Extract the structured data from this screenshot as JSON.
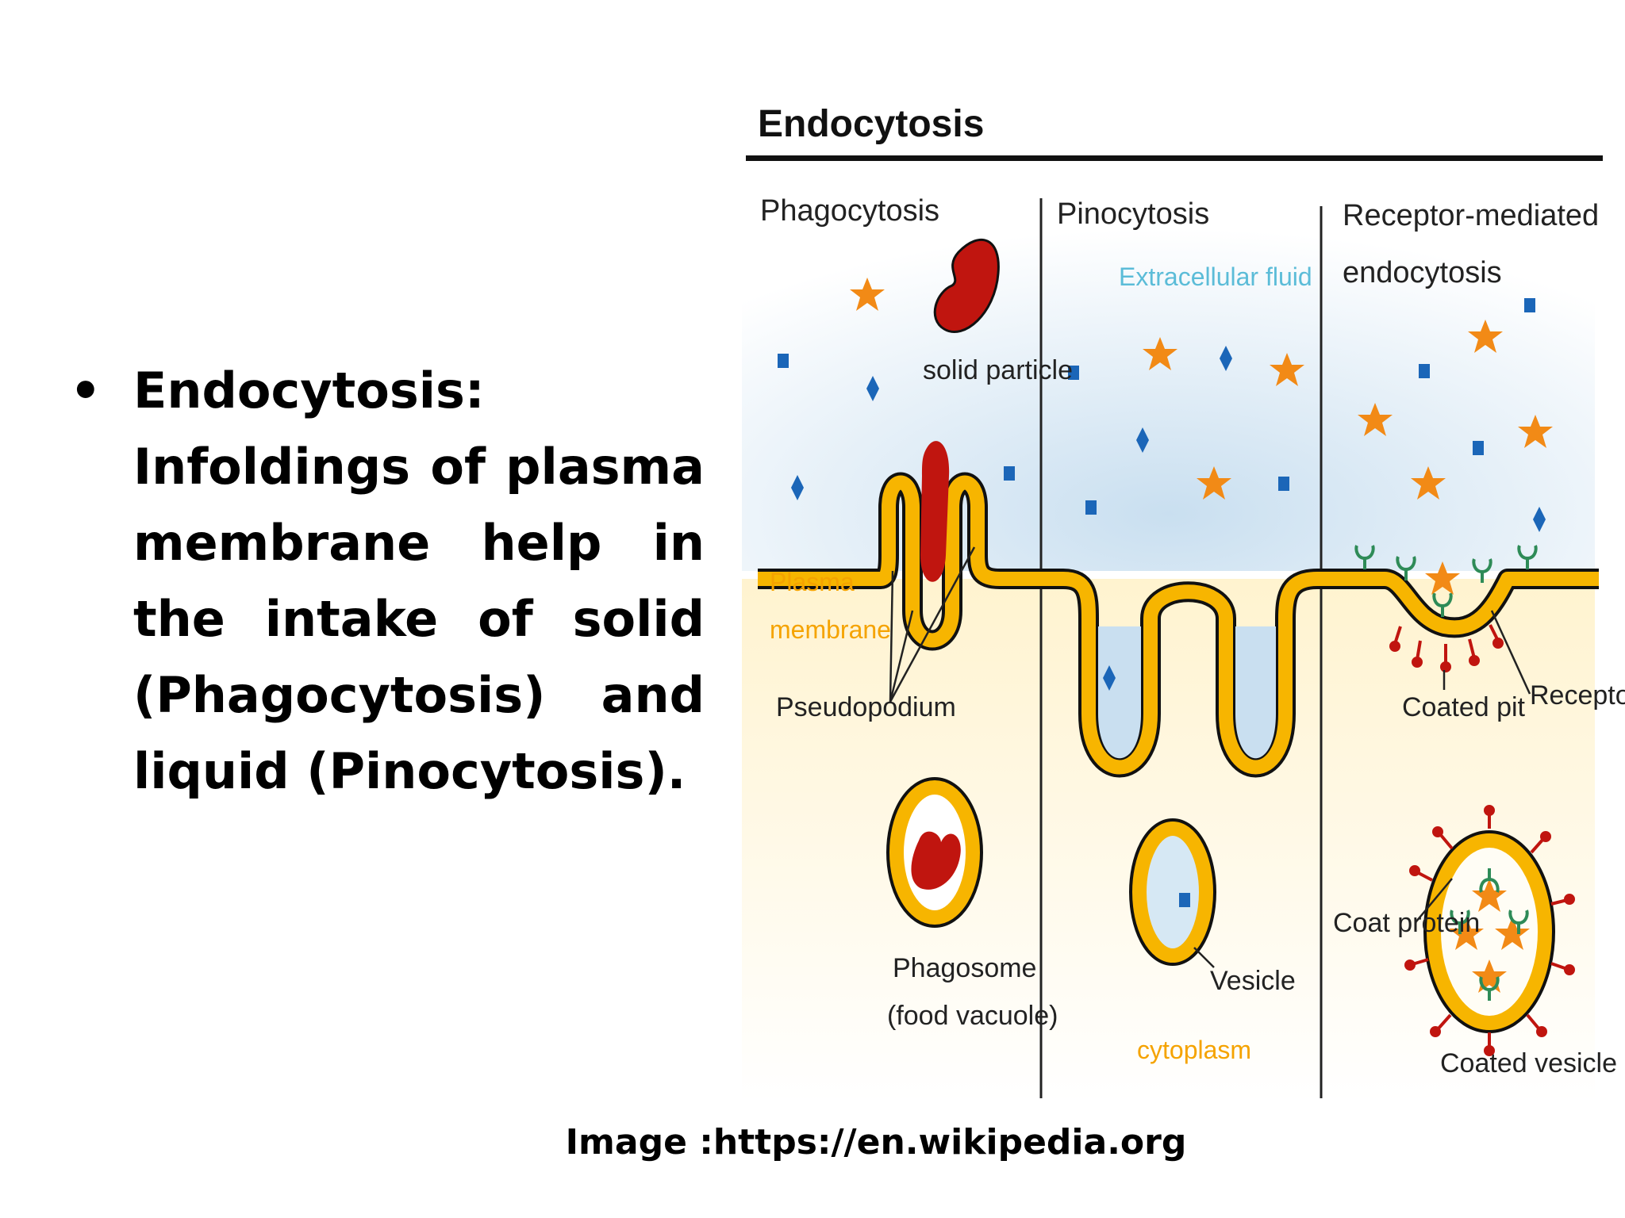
{
  "slide": {
    "bullet_symbol": "•",
    "bullet_title": "Endocytosis:",
    "bullet_body": "Infoldings of plasma membrane help in the intake of solid (Phagocytosis) and liquid (Pinocytosis).",
    "caption": "Image :https://en.wikipedia.org"
  },
  "diagram": {
    "title": "Endocytosis",
    "panels": {
      "phagocytosis": "Phagocytosis",
      "pinocytosis": "Pinocytosis",
      "receptor_line1": "Receptor-mediated",
      "receptor_line2": "endocytosis"
    },
    "labels": {
      "solid_particle": "solid particle",
      "extracellular_fluid": "Extracellular fluid",
      "plasma_line1": "Plasma",
      "plasma_line2": "membrane",
      "pseudopodium": "Pseudopodium",
      "coated_pit": "Coated pit",
      "receptor": "Receptor",
      "phagosome_line1": "Phagosome",
      "phagosome_line2": "(food vacuole)",
      "vesicle": "Vesicle",
      "cytoplasm": "cytoplasm",
      "coat_protein": "Coat protein",
      "coated_vesicle": "Coated vesicle"
    },
    "colors": {
      "membrane": "#f7b500",
      "membrane_outline": "#111111",
      "particle": "#c0150f",
      "molecule_blue": "#1b66b8",
      "star_orange": "#f28a16",
      "receptor_green": "#2e8b57",
      "coat_red": "#c0150f",
      "fluid": "#d6e8f4",
      "cytoplasm_bg": "#fff6d9"
    }
  }
}
